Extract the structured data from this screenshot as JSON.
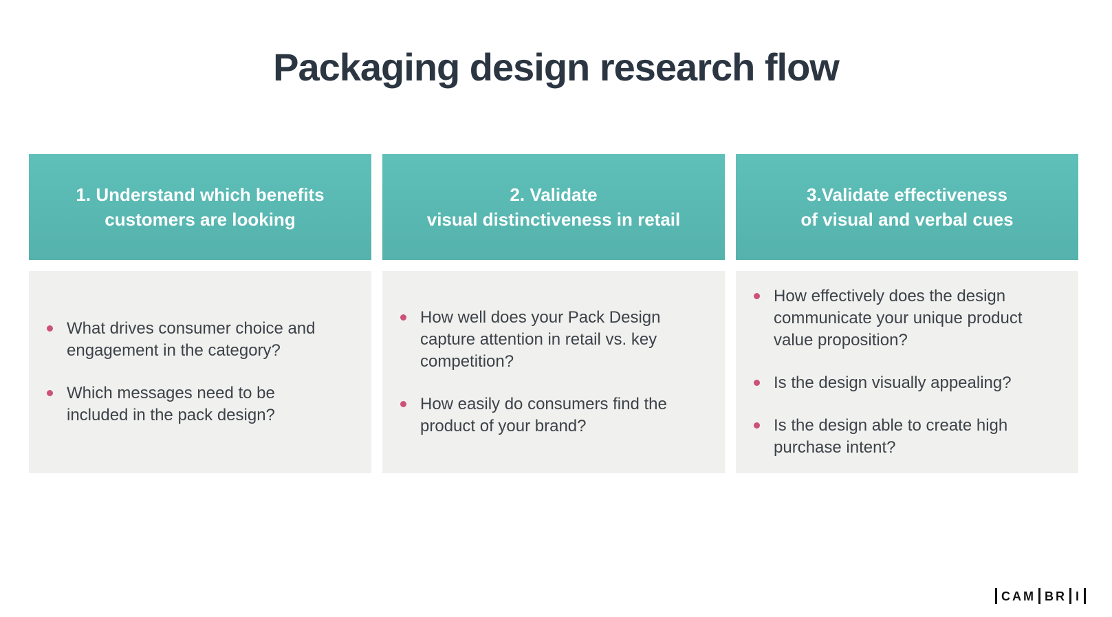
{
  "slide": {
    "title": "Packaging design research flow",
    "columns": [
      {
        "header_lines": [
          "1. Understand which benefits",
          "customers are looking"
        ],
        "bullets": [
          "What drives consumer choice and engagement in the category?",
          "Which messages need to be included in the pack design?"
        ]
      },
      {
        "header_lines": [
          "2. Validate",
          "visual distinctiveness in retail"
        ],
        "bullets": [
          "How well does your Pack Design capture attention in retail vs. key competition?",
          "How easily do consumers find the product of your brand?"
        ]
      },
      {
        "header_lines": [
          "3.Validate effectiveness",
          "of visual and verbal cues"
        ],
        "bullets": [
          "How effectively does the design communicate your unique product value proposition?",
          "Is the design visually appealing?",
          "Is the design able to create high purchase intent?"
        ]
      }
    ],
    "logo": {
      "segments": [
        "CAM",
        "BR",
        "I"
      ]
    },
    "colors": {
      "teal_header": "#5cbdb6",
      "panel_gray": "#f0f0ee",
      "bullet_pink": "#cc5278",
      "title_text": "#2b3642",
      "body_text": "#3d4249",
      "header_text": "#ffffff",
      "logo_black": "#111111"
    }
  }
}
